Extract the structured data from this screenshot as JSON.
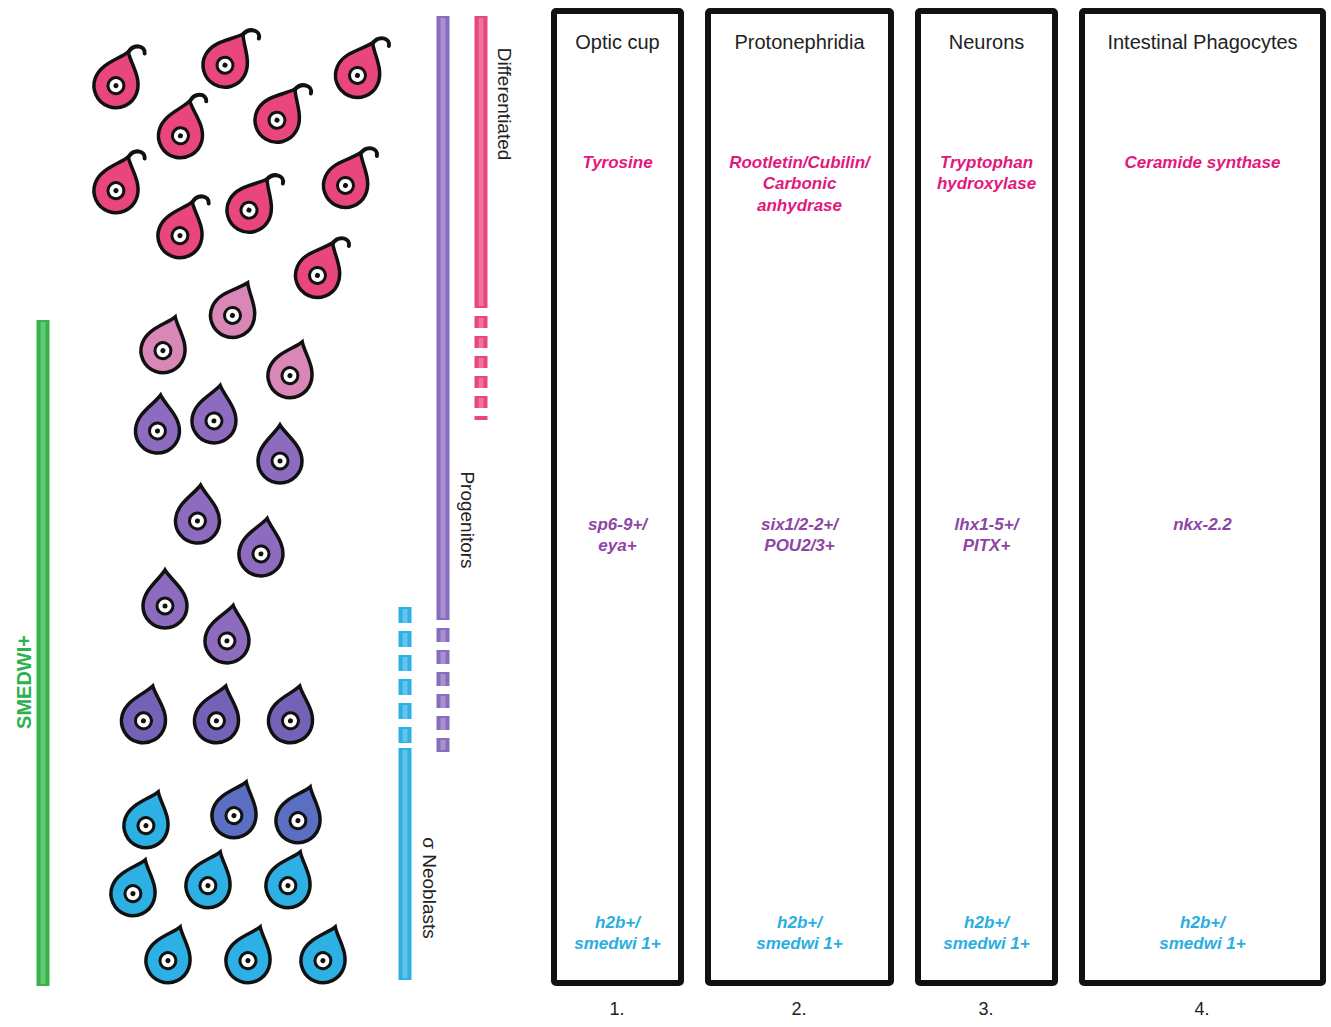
{
  "diagram": {
    "nodes": [
      {
        "text": [
          "Optic cup",
          "Tyrosine",
          "sp6-9+/ eya+",
          "h2b+/ smedwi 1+"
        ]
      },
      {
        "text": [
          "Protonephridia",
          "Rootletin/Cubilin/ Carbonic anhydrase",
          "six1/2-2+/ POU2/3+",
          "h2b+/ smedwi 1+"
        ]
      },
      {
        "text": [
          "Neurons",
          "Tryptophan hydroxylase",
          "lhx1-5+/ PITX+",
          "h2b+/ smedwi 1+"
        ]
      },
      {
        "text": [
          "Intestinal Phagocytes",
          "Ceramide synthase",
          "nkx-2.2",
          "h2b+/ smedwi 1+"
        ]
      }
    ],
    "labels": [
      "SMEDWI+",
      "Differentiated",
      "Progenitors",
      "σ Neoblasts",
      "1.",
      "2.",
      "3.",
      "4."
    ]
  }
}
